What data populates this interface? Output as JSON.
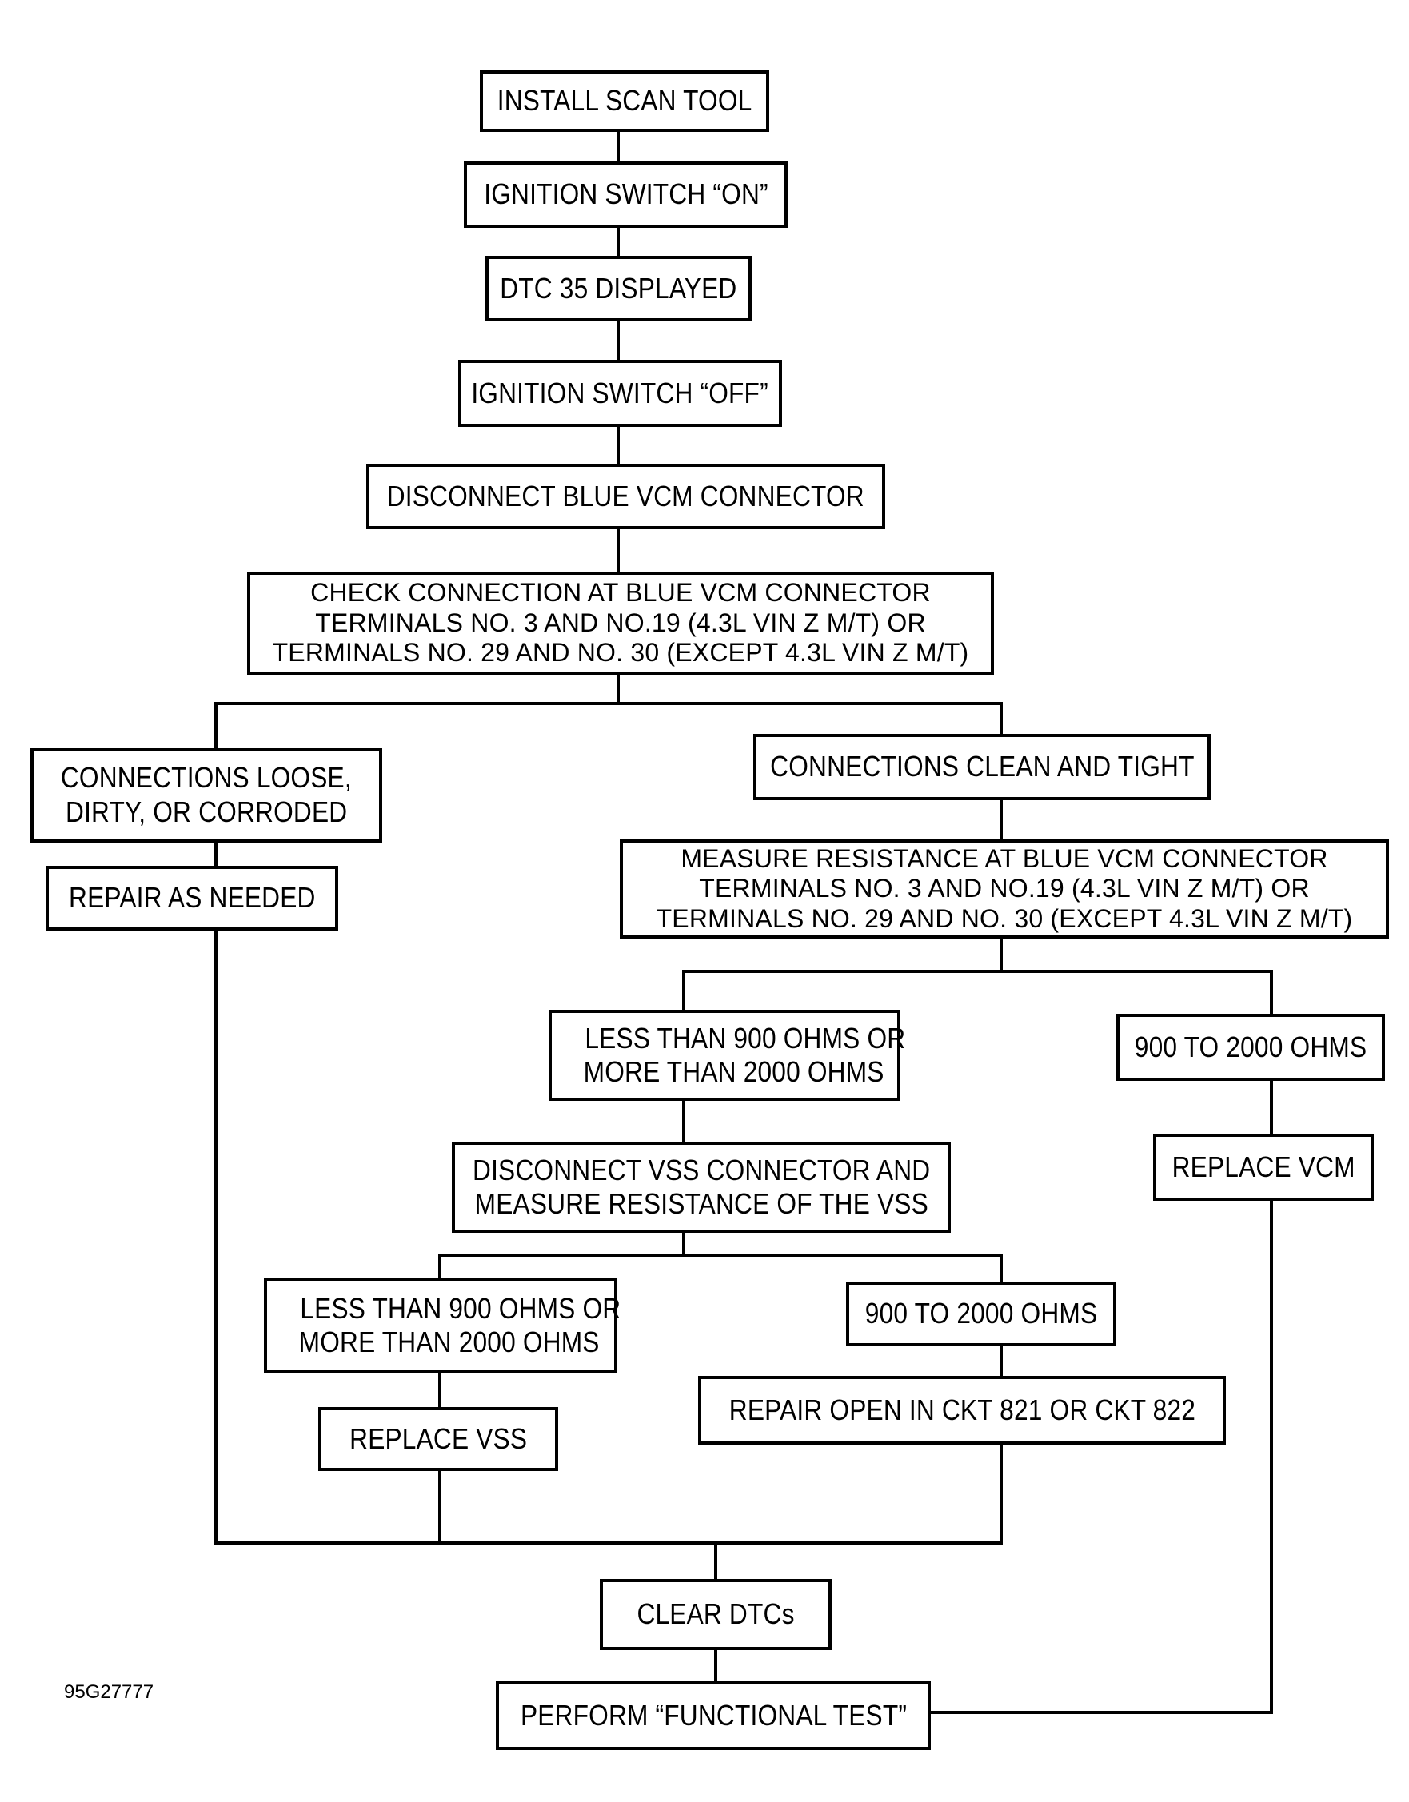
{
  "steps": {
    "install": [
      "INSTALL SCAN TOOL"
    ],
    "ign_on": [
      "IGNITION SWITCH “ON”"
    ],
    "dtc35": [
      "DTC 35 DISPLAYED"
    ],
    "ign_off": [
      "IGNITION SWITCH “OFF”"
    ],
    "disconnect_blue": [
      "DISCONNECT BLUE VCM CONNECTOR"
    ],
    "check_conn": [
      "CHECK CONNECTION AT BLUE VCM CONNECTOR",
      "TERMINALS NO. 3 AND NO.19 (4.3L VIN Z M/T) OR",
      "TERMINALS NO. 29 AND NO. 30 (EXCEPT 4.3L VIN Z M/T)"
    ],
    "loose": [
      "CONNECTIONS LOOSE,",
      "DIRTY, OR CORRODED"
    ],
    "repair_as_needed": [
      "REPAIR AS NEEDED"
    ],
    "clean_tight": [
      "CONNECTIONS CLEAN AND TIGHT"
    ],
    "measure_res": [
      "MEASURE RESISTANCE AT BLUE VCM CONNECTOR",
      "TERMINALS NO. 3 AND NO.19 (4.3L VIN Z M/T) OR",
      "TERMINALS NO. 29 AND NO. 30 (EXCEPT 4.3L VIN Z M/T)"
    ],
    "less_than_1": [
      "LESS THAN 900 OHMS OR",
      "MORE THAN 2000 OHMS"
    ],
    "ohms_900_2000_1": [
      "900 TO 2000 OHMS"
    ],
    "replace_vcm": [
      "REPLACE VCM"
    ],
    "disconnect_vss": [
      "DISCONNECT VSS CONNECTOR AND",
      "MEASURE RESISTANCE OF THE VSS"
    ],
    "less_than_2": [
      "LESS THAN 900 OHMS OR",
      "MORE THAN 2000 OHMS"
    ],
    "ohms_900_2000_2": [
      "900 TO 2000 OHMS"
    ],
    "replace_vss": [
      "REPLACE VSS"
    ],
    "repair_open": [
      "REPAIR OPEN IN CKT 821 OR CKT 822"
    ],
    "clear_dtcs": [
      "CLEAR DTCs"
    ],
    "functional_test": [
      "PERFORM “FUNCTIONAL TEST”"
    ]
  },
  "figure_id": "95G27777",
  "line_color": "#000000"
}
